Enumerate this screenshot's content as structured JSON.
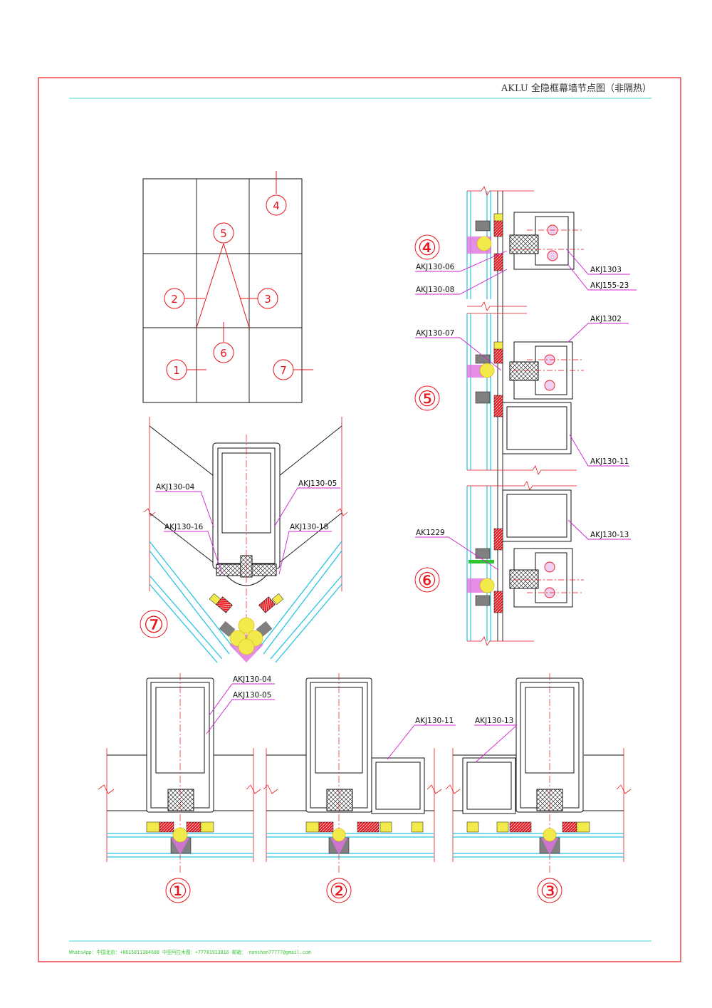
{
  "title": "AKLU 全隐框幕墙节点图（非隔热）",
  "footer": "WhatsApp：中国北京：+8615811384688  中亚阿拉木图：+77781913816 邮箱： nanshan77777@gmail.com",
  "colors": {
    "border": "#e8141b",
    "rule": "#3fd6d6",
    "glass": "#27c4e0",
    "profile": "#111111",
    "marker": "#e8141b",
    "leader": "#d020d0",
    "seal": "#f2ea4a",
    "gasket": "#e8141b",
    "spacer": "#808080",
    "sealant": "#e070e0",
    "footer": "#37c837"
  },
  "key_plan": {
    "markers": [
      "4",
      "5",
      "2",
      "3",
      "6",
      "1",
      "7"
    ]
  },
  "detail_numbers": [
    "④",
    "⑤",
    "⑥",
    "⑦",
    "①",
    "②",
    "③"
  ],
  "callouts": {
    "d4_a": "AKJ130-06",
    "d4_b": "AKJ130-08",
    "d4_c": "AKJ1303",
    "d4_d": "AKJ155-23",
    "d5_a": "AKJ130-07",
    "d5_b": "AKJ1302",
    "d5_c": "AKJ130-11",
    "d6_a": "AK1229",
    "d6_b": "AKJ130-13",
    "d7_a": "AKJ130-04",
    "d7_b": "AKJ130-05",
    "d7_c": "AKJ130-16",
    "d7_d": "AKJ130-18",
    "d1_a": "AKJ130-04",
    "d1_b": "AKJ130-05",
    "d2_a": "AKJ130-11",
    "d3_a": "AKJ130-13"
  }
}
